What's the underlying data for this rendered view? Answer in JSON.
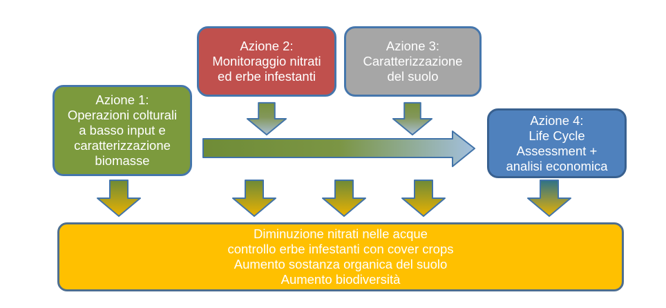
{
  "diagram": {
    "language": "it",
    "background": "#ffffff"
  },
  "action_boxes": [
    {
      "id": "azione-1",
      "label": "Azione 1:\nOperazioni colturali\na basso input e\ncaratterizzazione\nbiomasse",
      "fill": "#7c9a3d",
      "border": "#4576ac"
    },
    {
      "id": "azione-2",
      "label": "Azione 2:\nMonitoraggio nitrati\ned erbe infestanti",
      "fill": "#c0504d",
      "border": "#4576ac"
    },
    {
      "id": "azione-3",
      "label": "Azione 3:\nCaratterizzazione\ndel suolo",
      "fill": "#a6a6a6",
      "border": "#4576ac"
    },
    {
      "id": "azione-4",
      "label": "Azione 4:\nLife Cycle\nAssessment +\nanalisi economica",
      "fill": "#4f81bd",
      "border": "#38608f"
    }
  ],
  "outcome_box": {
    "label": "Diminuzione nitrati nelle acque\ncontrollo erbe infestanti con cover crops\nAumento sostanza organica del suolo\nAumento biodiversità",
    "fill": "#ffc000",
    "border": "#4e6e8e"
  },
  "arrows": [
    {
      "name": "down-arrow-azione2",
      "gradient": [
        "#76913c",
        "#abc0d6"
      ],
      "direction": "down"
    },
    {
      "name": "down-arrow-azione3",
      "gradient": [
        "#76913c",
        "#abc0d6"
      ],
      "direction": "down"
    },
    {
      "name": "flow-arrow-horizontal",
      "gradient": [
        "#6f8c37",
        "#a3c0de"
      ],
      "direction": "right"
    },
    {
      "name": "down-arrow-azione1-to-outcome",
      "gradient": [
        "#6e8a38",
        "#eab201"
      ],
      "direction": "down"
    },
    {
      "name": "down-arrow-flow1-to-outcome",
      "gradient": [
        "#6e8a38",
        "#eab201"
      ],
      "direction": "down"
    },
    {
      "name": "down-arrow-flow2-to-outcome",
      "gradient": [
        "#6e8a38",
        "#eab201"
      ],
      "direction": "down"
    },
    {
      "name": "down-arrow-flow3-to-outcome",
      "gradient": [
        "#6e8a38",
        "#eab201"
      ],
      "direction": "down"
    },
    {
      "name": "down-arrow-azione4-to-outcome",
      "gradient": [
        "#2e7287",
        "#e8b203"
      ],
      "direction": "down"
    }
  ],
  "colors": {
    "arrow_border": "#4173a8",
    "text": "#ffffff",
    "olive": "#76913c",
    "light_blue": "#a9c2de",
    "gold": "#eab201",
    "teal": "#2e7287"
  }
}
